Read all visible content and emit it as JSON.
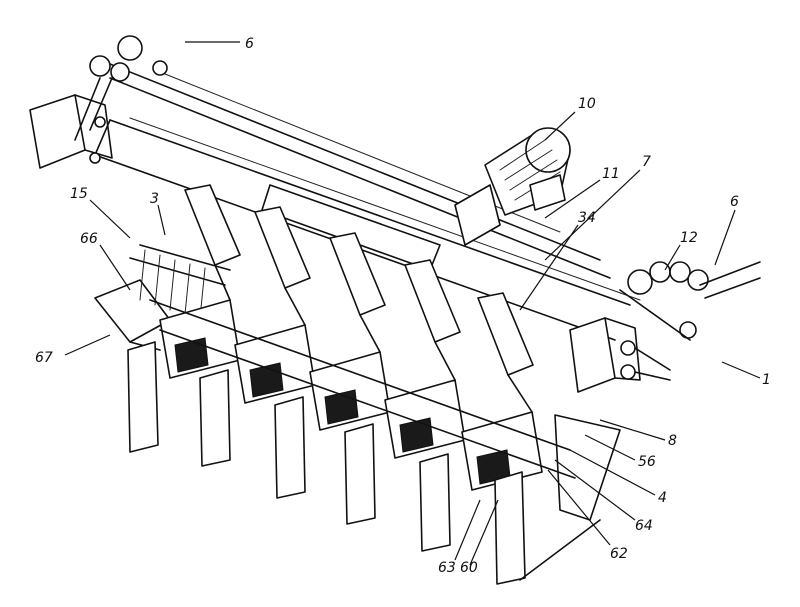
{
  "labels": {
    "l6a": "6",
    "l10": "10",
    "l11": "11",
    "l7": "7",
    "l12": "12",
    "l6b": "6",
    "l15": "15",
    "l3": "3",
    "l34": "34",
    "l66": "66",
    "l67": "67",
    "l1": "1",
    "l8": "8",
    "l56": "56",
    "l4": "4",
    "l64": "64",
    "l62": "62",
    "l63": "63",
    "l60": "60"
  }
}
